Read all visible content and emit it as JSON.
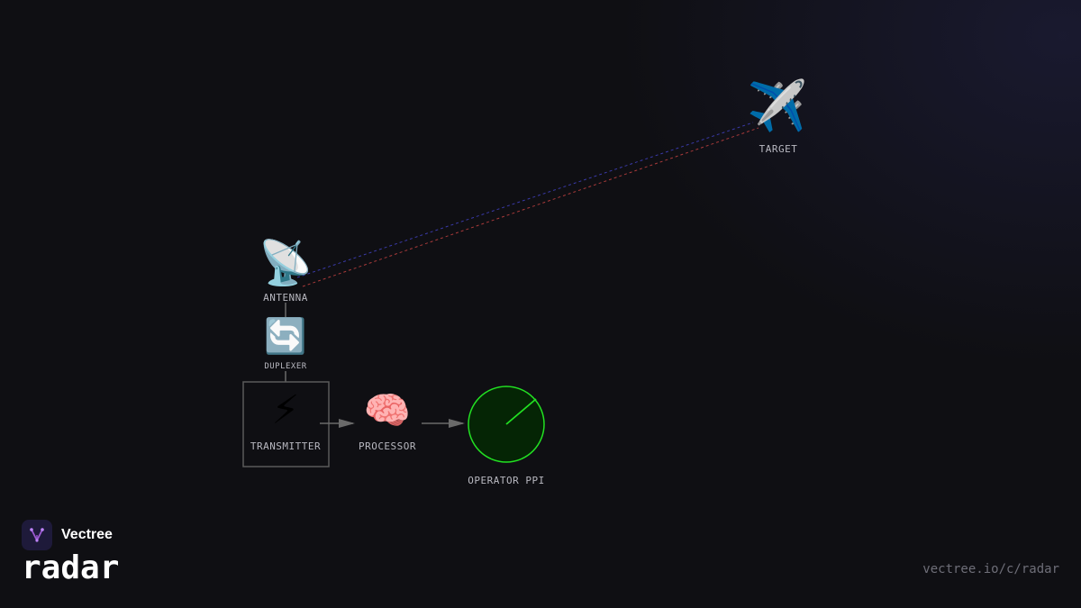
{
  "nodes": {
    "target": {
      "icon": "✈️",
      "label": "TARGET"
    },
    "antenna": {
      "icon": "📡",
      "label": "ANTENNA"
    },
    "duplexer": {
      "icon": "🔄",
      "label": "DUPLEXER"
    },
    "transmitter": {
      "icon": "⚡",
      "label": "TRANSMITTER"
    },
    "processor": {
      "icon": "🧠",
      "label": "PROCESSOR"
    },
    "display": {
      "icon": "radar-scope-icon",
      "label": "OPERATOR PPI"
    }
  },
  "colors": {
    "background": "#0f0f13",
    "signal_tx": "#3a3aa8",
    "signal_rx": "#a83a3a",
    "connector": "#6a6a6a",
    "scope": "#22e022",
    "scope_fill": "#052505",
    "brand_accent": "#9b59d0"
  },
  "brand": {
    "name": "Vectree",
    "logo": "vectree-logo-icon"
  },
  "topic": "radar",
  "url": "vectree.io/c/radar"
}
